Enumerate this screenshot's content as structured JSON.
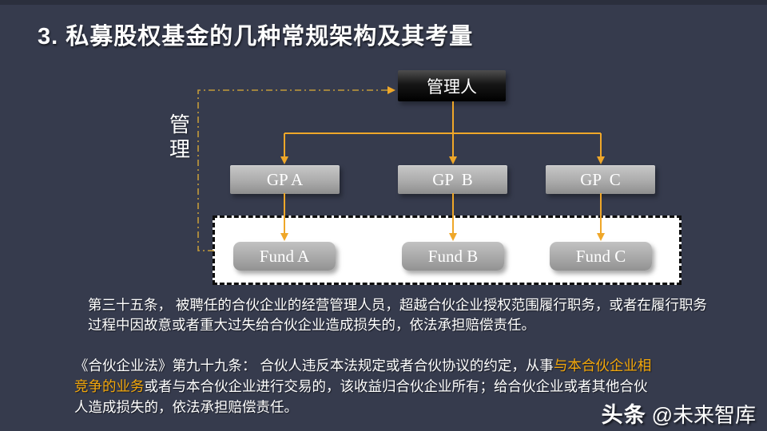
{
  "slide": {
    "title": "3. 私募股权基金的几种常规架构及其考量",
    "colors": {
      "background": "#363B4D",
      "top_strip": "#2B2F3D",
      "arrow_gold": "#EFA729",
      "dash_gold": "#C49B3A",
      "highlight_orange": "#F3A70A",
      "band_white": "#FFFFFF",
      "box_gray": "#ABABAB",
      "manager_black": "#000000"
    }
  },
  "diagram": {
    "manager_label": "管理人",
    "side_label": "管理",
    "gp_boxes": [
      "GP A",
      "GP  B",
      "GP  C"
    ],
    "fund_boxes": [
      "Fund A",
      "Fund B",
      "Fund C"
    ]
  },
  "body": {
    "paragraph1": "第三十五条， 被聘任的合伙企业的经营管理人员，超越合伙企业授权范围履行职务，或者在履行职务过程中因故意或者重大过失给合伙企业造成损失的，依法承担赔偿责任。",
    "paragraph2_part1": "《合伙企业法》第九十九条： 合伙人违反本法规定或者合伙协议的约定，从事",
    "paragraph2_highlight": "与本合伙企业相竞争的业务",
    "paragraph2_part2": "或者与本合伙企业进行交易的，该收益归合伙企业所有；给合伙企业或者其他合伙人造成损失的，依法承担赔偿责任。"
  },
  "watermark": {
    "brand": "头条",
    "handle": "@未来智库"
  }
}
